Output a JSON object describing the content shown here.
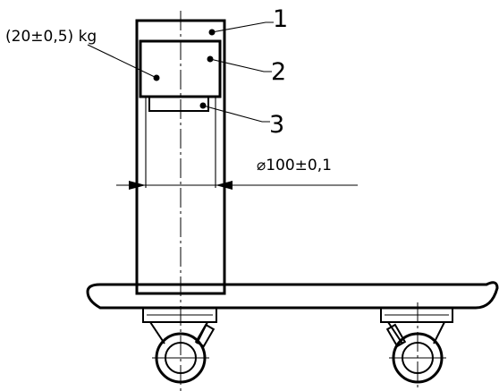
{
  "annotations": {
    "mass_label": "(20±0,5) kg",
    "diameter_label": "⌀100±0,1"
  },
  "callouts": [
    "1",
    "2",
    "3"
  ]
}
